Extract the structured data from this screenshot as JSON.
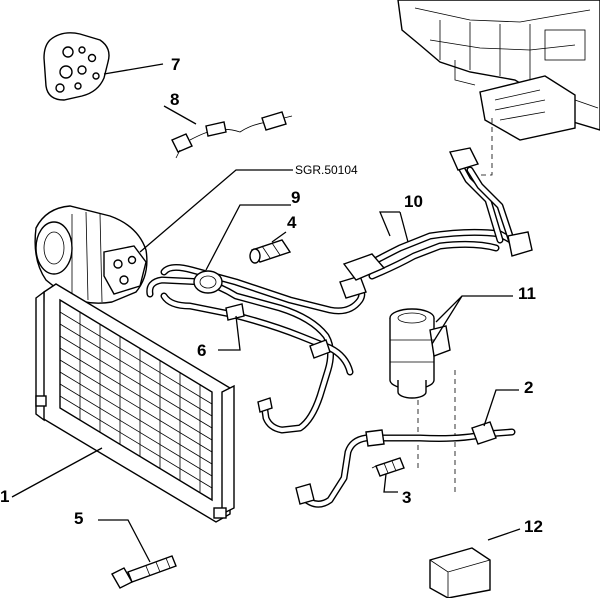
{
  "diagram": {
    "reference_code": "SGR.50104",
    "callouts": [
      "1",
      "2",
      "3",
      "4",
      "5",
      "6",
      "7",
      "8",
      "9",
      "10",
      "11",
      "12"
    ]
  }
}
